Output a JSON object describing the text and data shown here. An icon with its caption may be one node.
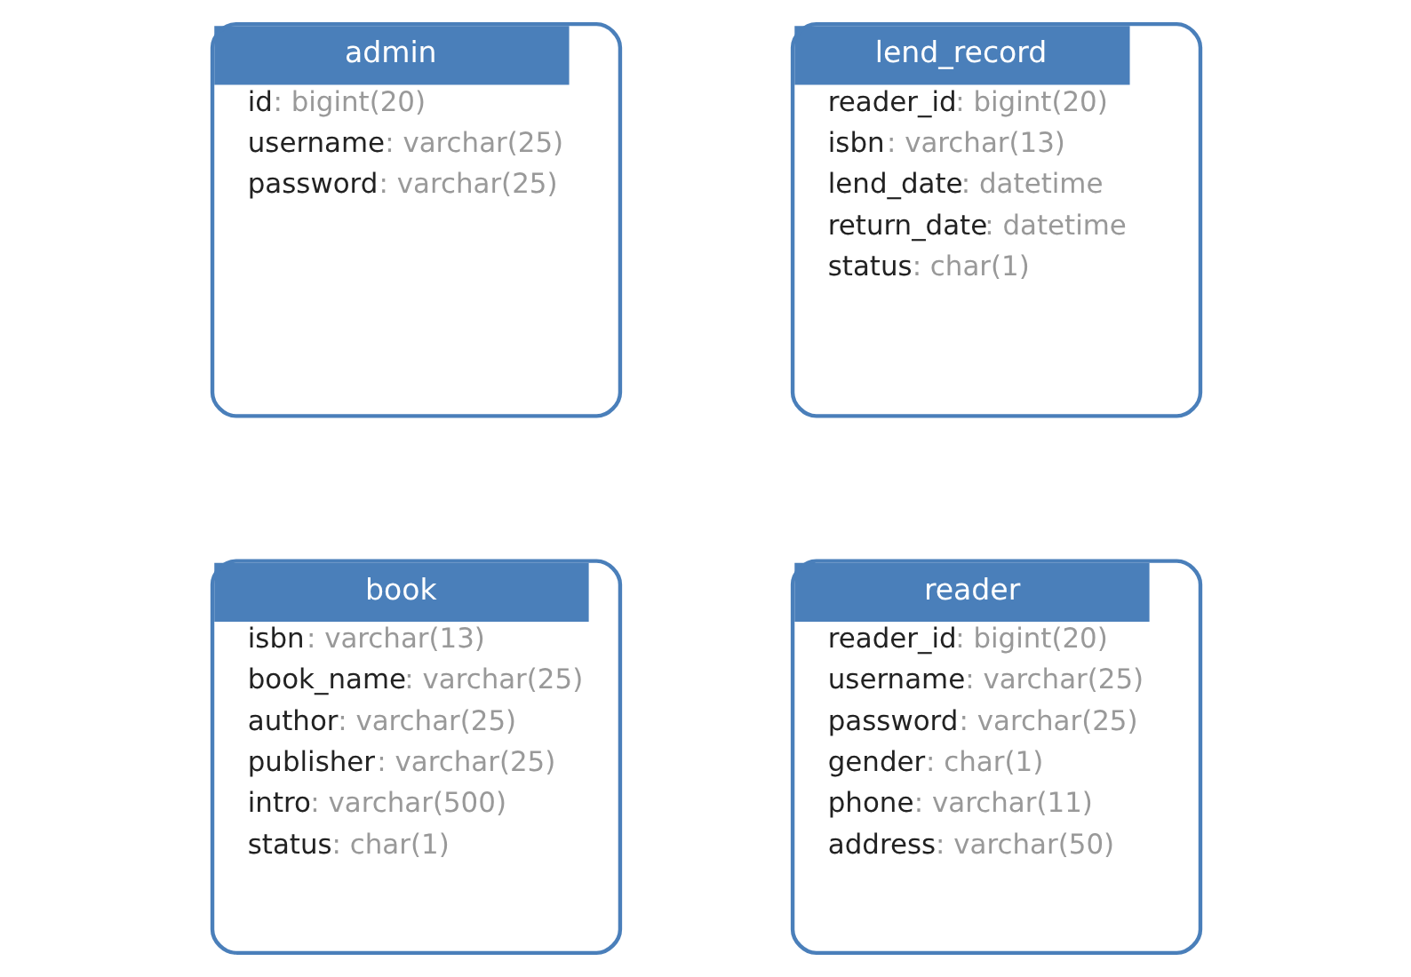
{
  "diagram": {
    "nodes": [
      {
        "text": [
          "admin",
          "id: bigint(20)",
          "username: varchar(25)",
          "password: varchar(25)"
        ]
      },
      {
        "text": [
          "lend_record",
          "reader_id: bigint(20)",
          "isbn: varchar(13)",
          "lend_date: datetime",
          "return_date: datetime",
          "status: char(1)"
        ]
      },
      {
        "text": [
          "book",
          "isbn: varchar(13)",
          "book_name: varchar(25)",
          "author: varchar(25)",
          "publisher: varchar(25)",
          "intro: varchar(500)",
          "status: char(1)"
        ]
      },
      {
        "text": [
          "reader",
          "reader_id: bigint(20)",
          "username: varchar(25)",
          "password: varchar(25)",
          "gender: char(1)",
          "phone: varchar(11)",
          "address: varchar(50)"
        ]
      }
    ],
    "edges": []
  }
}
